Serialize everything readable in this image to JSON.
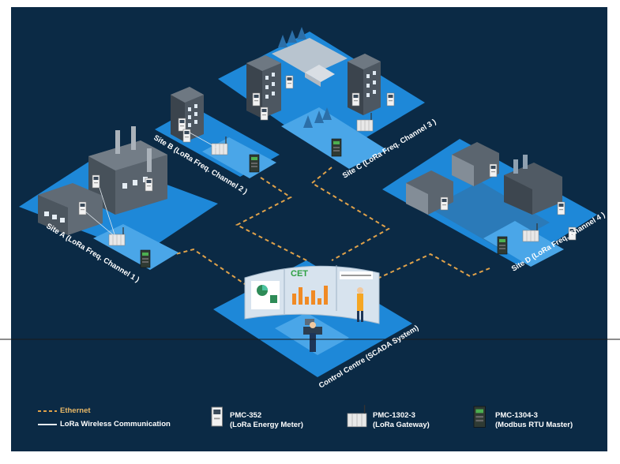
{
  "diagram": {
    "sites": {
      "site_a": "Site A (LoRa Freq. Channel 1 )",
      "site_b": "Site B (LoRa Freq. Channel 2 )",
      "site_c": "Site C (LoRa Freq. Channel 3 )",
      "site_d": "Site D (LoRa Freq. Channel 4 )",
      "control": "Control Centre (SCADA System)"
    },
    "screen_logo": "CET"
  },
  "legend": {
    "ethernet": "Ethernet",
    "lora": "LoRa Wireless Communication",
    "meter_model": "PMC-352",
    "meter_desc": "(LoRa Energy Meter)",
    "gateway_model": "PMC-1302-3",
    "gateway_desc": "(LoRa Gateway)",
    "master_model": "PMC-1304-3",
    "master_desc": "(Modbus RTU Master)"
  },
  "colors": {
    "background": "#0b2a45",
    "platform": "#1e88d8",
    "platform_dark": "#1566ad",
    "ethernet": "#e0a24a",
    "building": "#4a5560"
  }
}
